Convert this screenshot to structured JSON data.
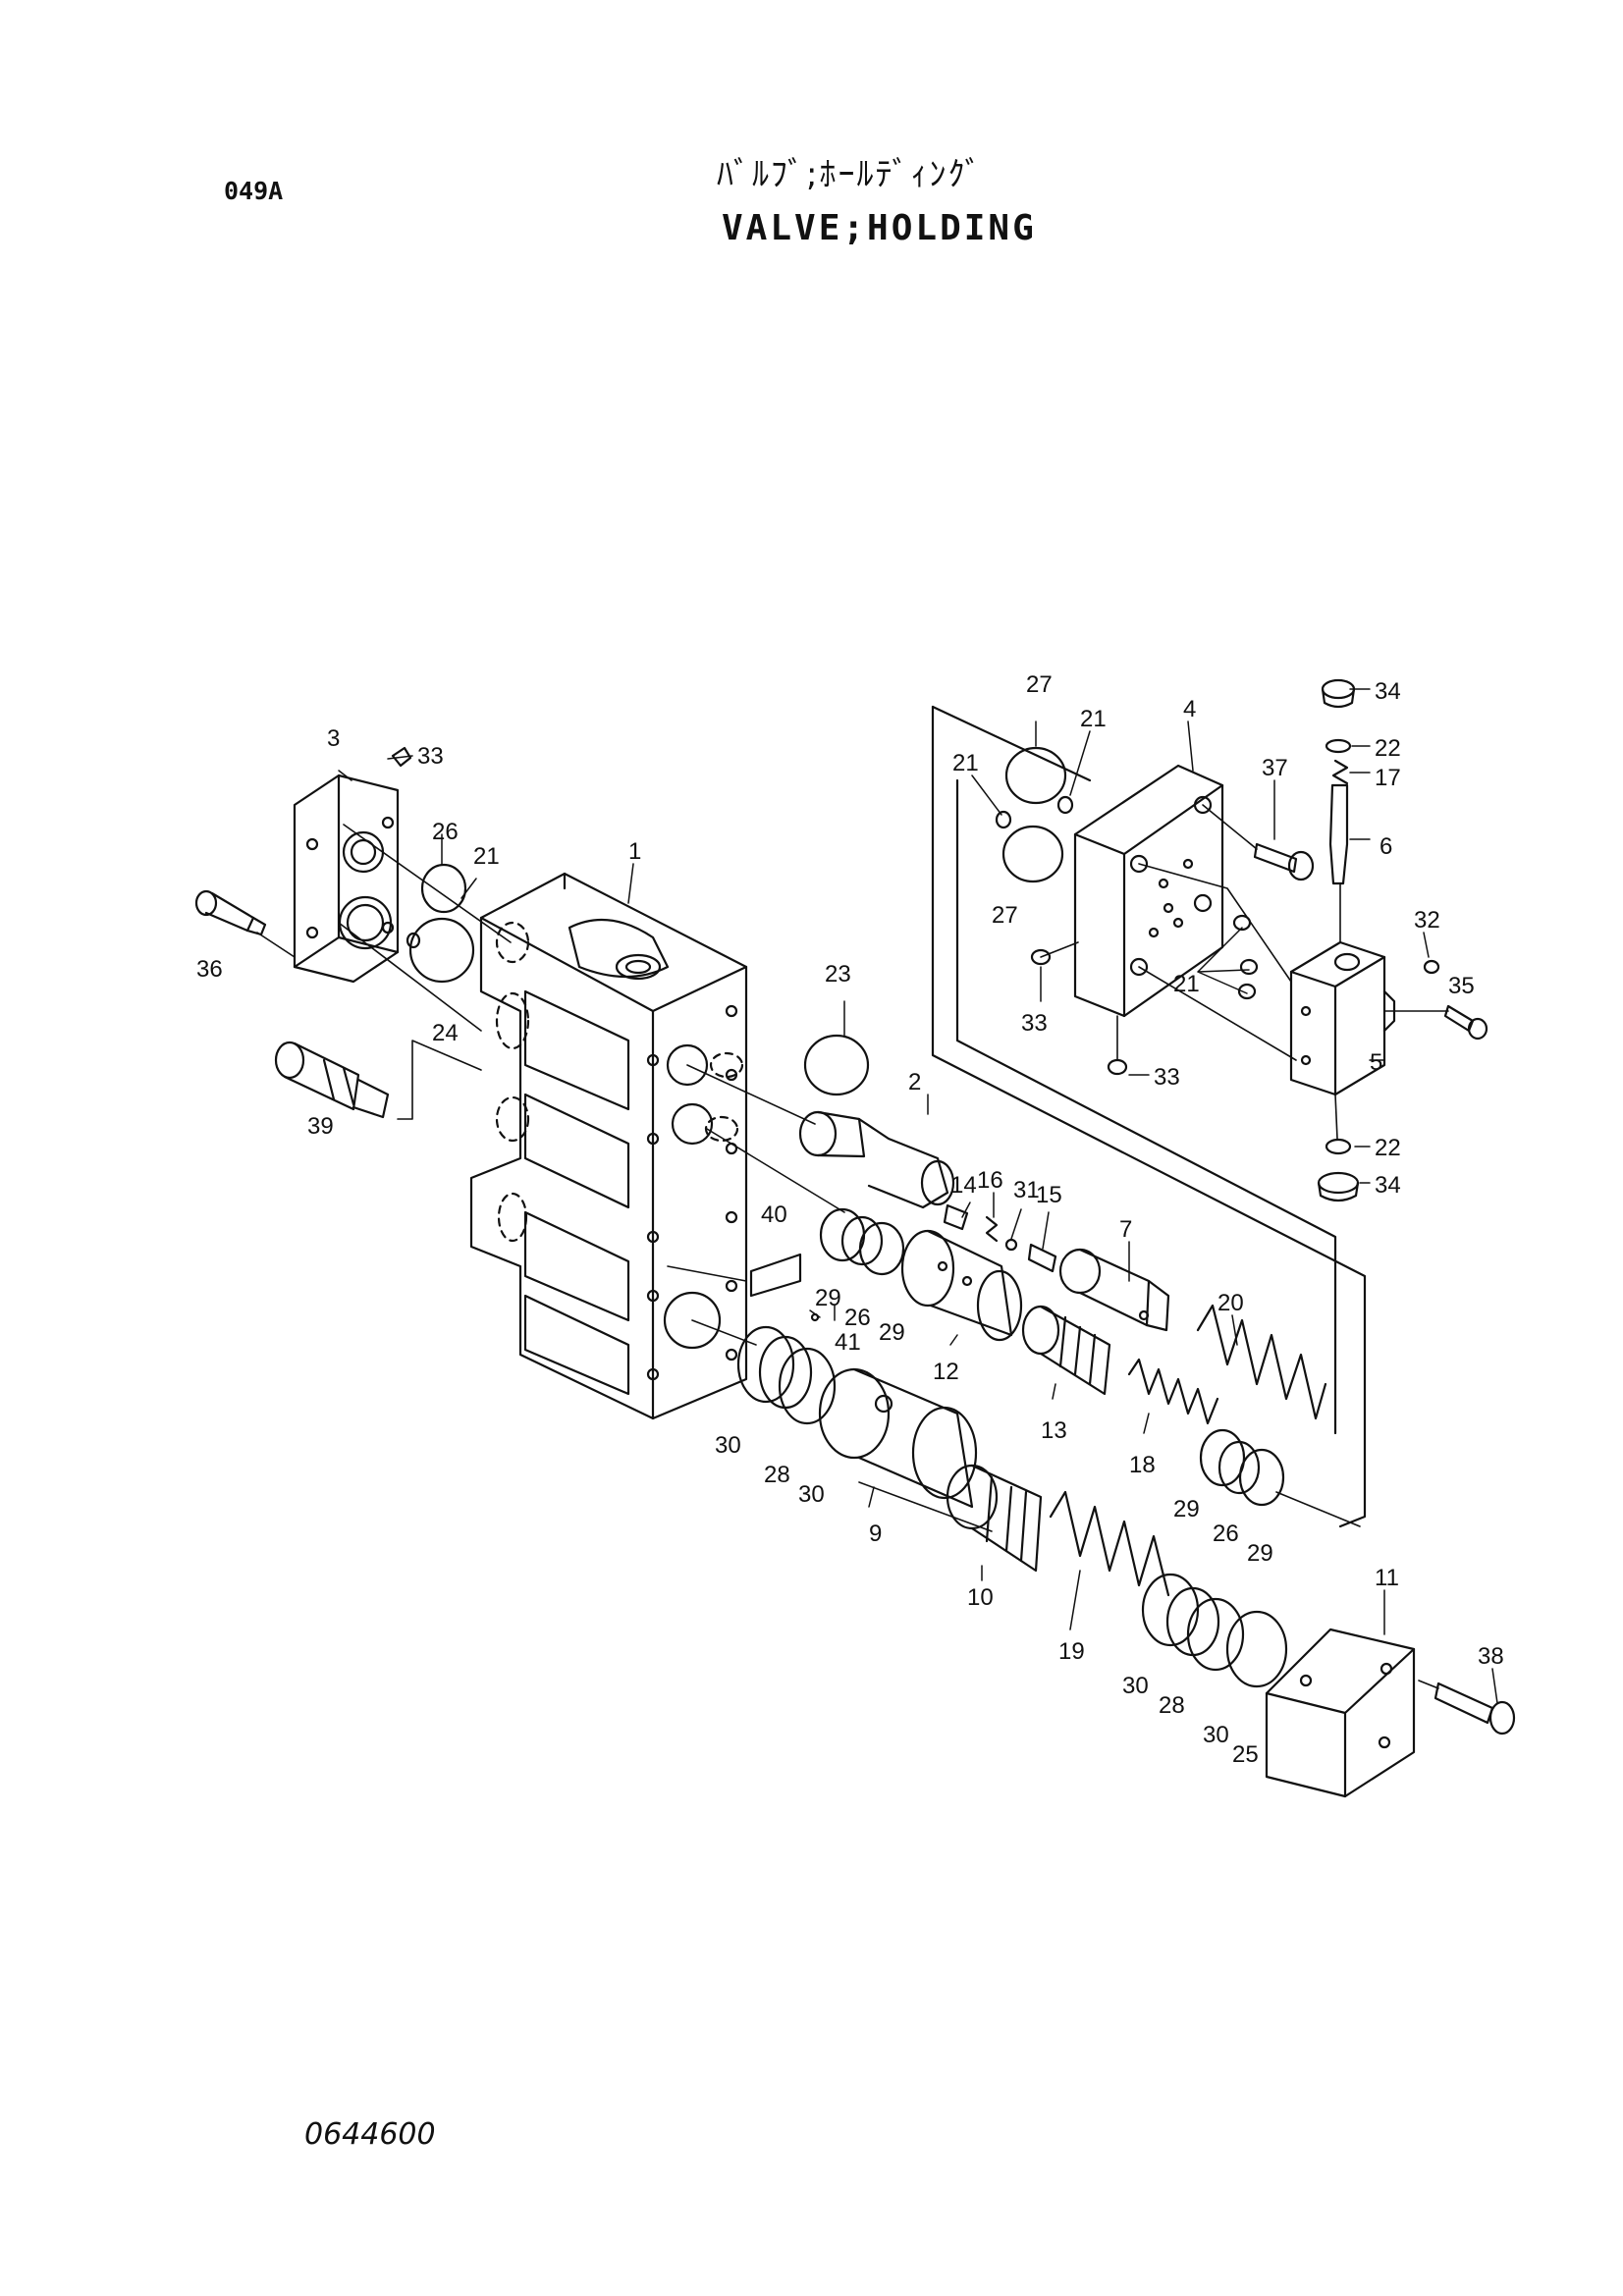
{
  "header": {
    "page_code": "049A",
    "title_jp": "ﾊﾞﾙﾌﾞ;ﾎｰﾙﾃﾞｨﾝｸﾞ",
    "title_en": "VALVE;HOLDING"
  },
  "footer": {
    "drawing_number": "0644600"
  },
  "callouts": [
    {
      "id": "c1",
      "text": "1"
    },
    {
      "id": "c2",
      "text": "2"
    },
    {
      "id": "c3",
      "text": "3"
    },
    {
      "id": "c4",
      "text": "4"
    },
    {
      "id": "c5",
      "text": "5"
    },
    {
      "id": "c6",
      "text": "6"
    },
    {
      "id": "c7",
      "text": "7"
    },
    {
      "id": "c9",
      "text": "9"
    },
    {
      "id": "c10",
      "text": "10"
    },
    {
      "id": "c11",
      "text": "11"
    },
    {
      "id": "c12",
      "text": "12"
    },
    {
      "id": "c13",
      "text": "13"
    },
    {
      "id": "c14",
      "text": "14"
    },
    {
      "id": "c15",
      "text": "15"
    },
    {
      "id": "c16",
      "text": "16"
    },
    {
      "id": "c17",
      "text": "17"
    },
    {
      "id": "c18",
      "text": "18"
    },
    {
      "id": "c19",
      "text": "19"
    },
    {
      "id": "c20",
      "text": "20"
    },
    {
      "id": "c21a",
      "text": "21"
    },
    {
      "id": "c21b",
      "text": "21"
    },
    {
      "id": "c21c",
      "text": "21"
    },
    {
      "id": "c21d",
      "text": "21"
    },
    {
      "id": "c22a",
      "text": "22"
    },
    {
      "id": "c22b",
      "text": "22"
    },
    {
      "id": "c23",
      "text": "23"
    },
    {
      "id": "c24",
      "text": "24"
    },
    {
      "id": "c25",
      "text": "25"
    },
    {
      "id": "c26a",
      "text": "26"
    },
    {
      "id": "c26b",
      "text": "26"
    },
    {
      "id": "c26c",
      "text": "26"
    },
    {
      "id": "c27a",
      "text": "27"
    },
    {
      "id": "c27b",
      "text": "27"
    },
    {
      "id": "c28a",
      "text": "28"
    },
    {
      "id": "c28b",
      "text": "28"
    },
    {
      "id": "c29a",
      "text": "29"
    },
    {
      "id": "c29b",
      "text": "29"
    },
    {
      "id": "c29c",
      "text": "29"
    },
    {
      "id": "c29d",
      "text": "29"
    },
    {
      "id": "c30a",
      "text": "30"
    },
    {
      "id": "c30b",
      "text": "30"
    },
    {
      "id": "c30c",
      "text": "30"
    },
    {
      "id": "c30d",
      "text": "30"
    },
    {
      "id": "c31",
      "text": "31"
    },
    {
      "id": "c32",
      "text": "32"
    },
    {
      "id": "c33a",
      "text": "33"
    },
    {
      "id": "c33b",
      "text": "33"
    },
    {
      "id": "c33c",
      "text": "33"
    },
    {
      "id": "c34a",
      "text": "34"
    },
    {
      "id": "c34b",
      "text": "34"
    },
    {
      "id": "c35",
      "text": "35"
    },
    {
      "id": "c36",
      "text": "36"
    },
    {
      "id": "c37",
      "text": "37"
    },
    {
      "id": "c38",
      "text": "38"
    },
    {
      "id": "c39",
      "text": "39"
    },
    {
      "id": "c40",
      "text": "40"
    },
    {
      "id": "c41",
      "text": "41"
    }
  ]
}
